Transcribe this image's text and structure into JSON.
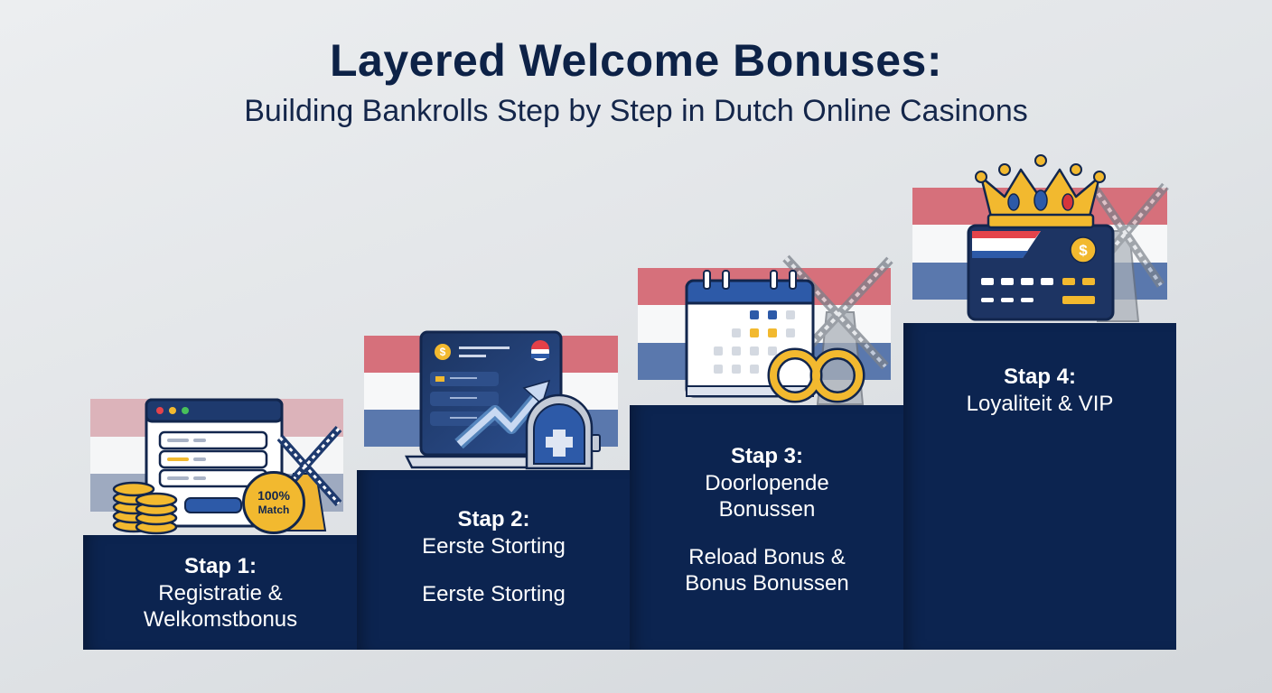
{
  "header": {
    "title": "Layered Welcome Bonuses:",
    "subtitle": "Building Bankrolls Step by Step in Dutch Online Casinons"
  },
  "colors": {
    "navy": "#0c2450",
    "flag_red": "#d6707b",
    "flag_white": "#f7f8f9",
    "flag_blue": "#5a78ad",
    "gold": "#f2b92f",
    "background": "#e2e5e8"
  },
  "steps": [
    {
      "label": "Stap 1:",
      "lines": [
        "Registratie &",
        "Welkomstbonus"
      ],
      "icon": "registration-form-coins-100-match-windmill-icon",
      "badge": {
        "line1": "100%",
        "line2": "Match"
      }
    },
    {
      "label": "Stap 2:",
      "lines": [
        "Eerste Storting"
      ],
      "secondary": [
        "Eerste Storting"
      ],
      "icon": "laptop-growth-arrow-vault-icon"
    },
    {
      "label": "Stap 3:",
      "lines": [
        "Doorlopende",
        "Bonussen"
      ],
      "secondary": [
        "Reload Bonus &",
        "Bonus Bonussen"
      ],
      "icon": "calendar-rings-windmill-icon"
    },
    {
      "label": "Stap 4:",
      "lines": [
        "Loyaliteit & VIP"
      ],
      "icon": "crown-card-windmill-icon"
    }
  ]
}
